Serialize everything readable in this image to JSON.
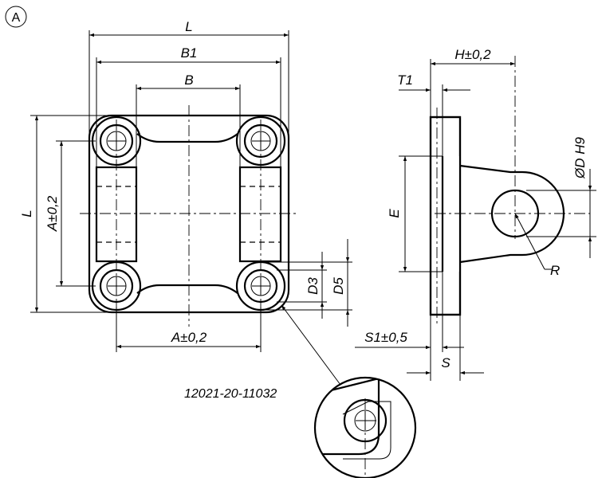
{
  "view_badge": "A",
  "part_number": "12021-20-11032",
  "front_view": {
    "dim_L_top": "L",
    "dim_B1": "B1",
    "dim_B": "B",
    "dim_L_side": "L",
    "dim_A_vertical": "A±0,2",
    "dim_A_bottom": "A±0,2",
    "dim_D3": "D3",
    "dim_D5": "D5"
  },
  "side_view": {
    "dim_H": "H±0,2",
    "dim_T1": "T1",
    "dim_D": "ØD H9",
    "dim_E": "E",
    "dim_R": "R",
    "dim_S1": "S1±0,5",
    "dim_S": "S"
  }
}
